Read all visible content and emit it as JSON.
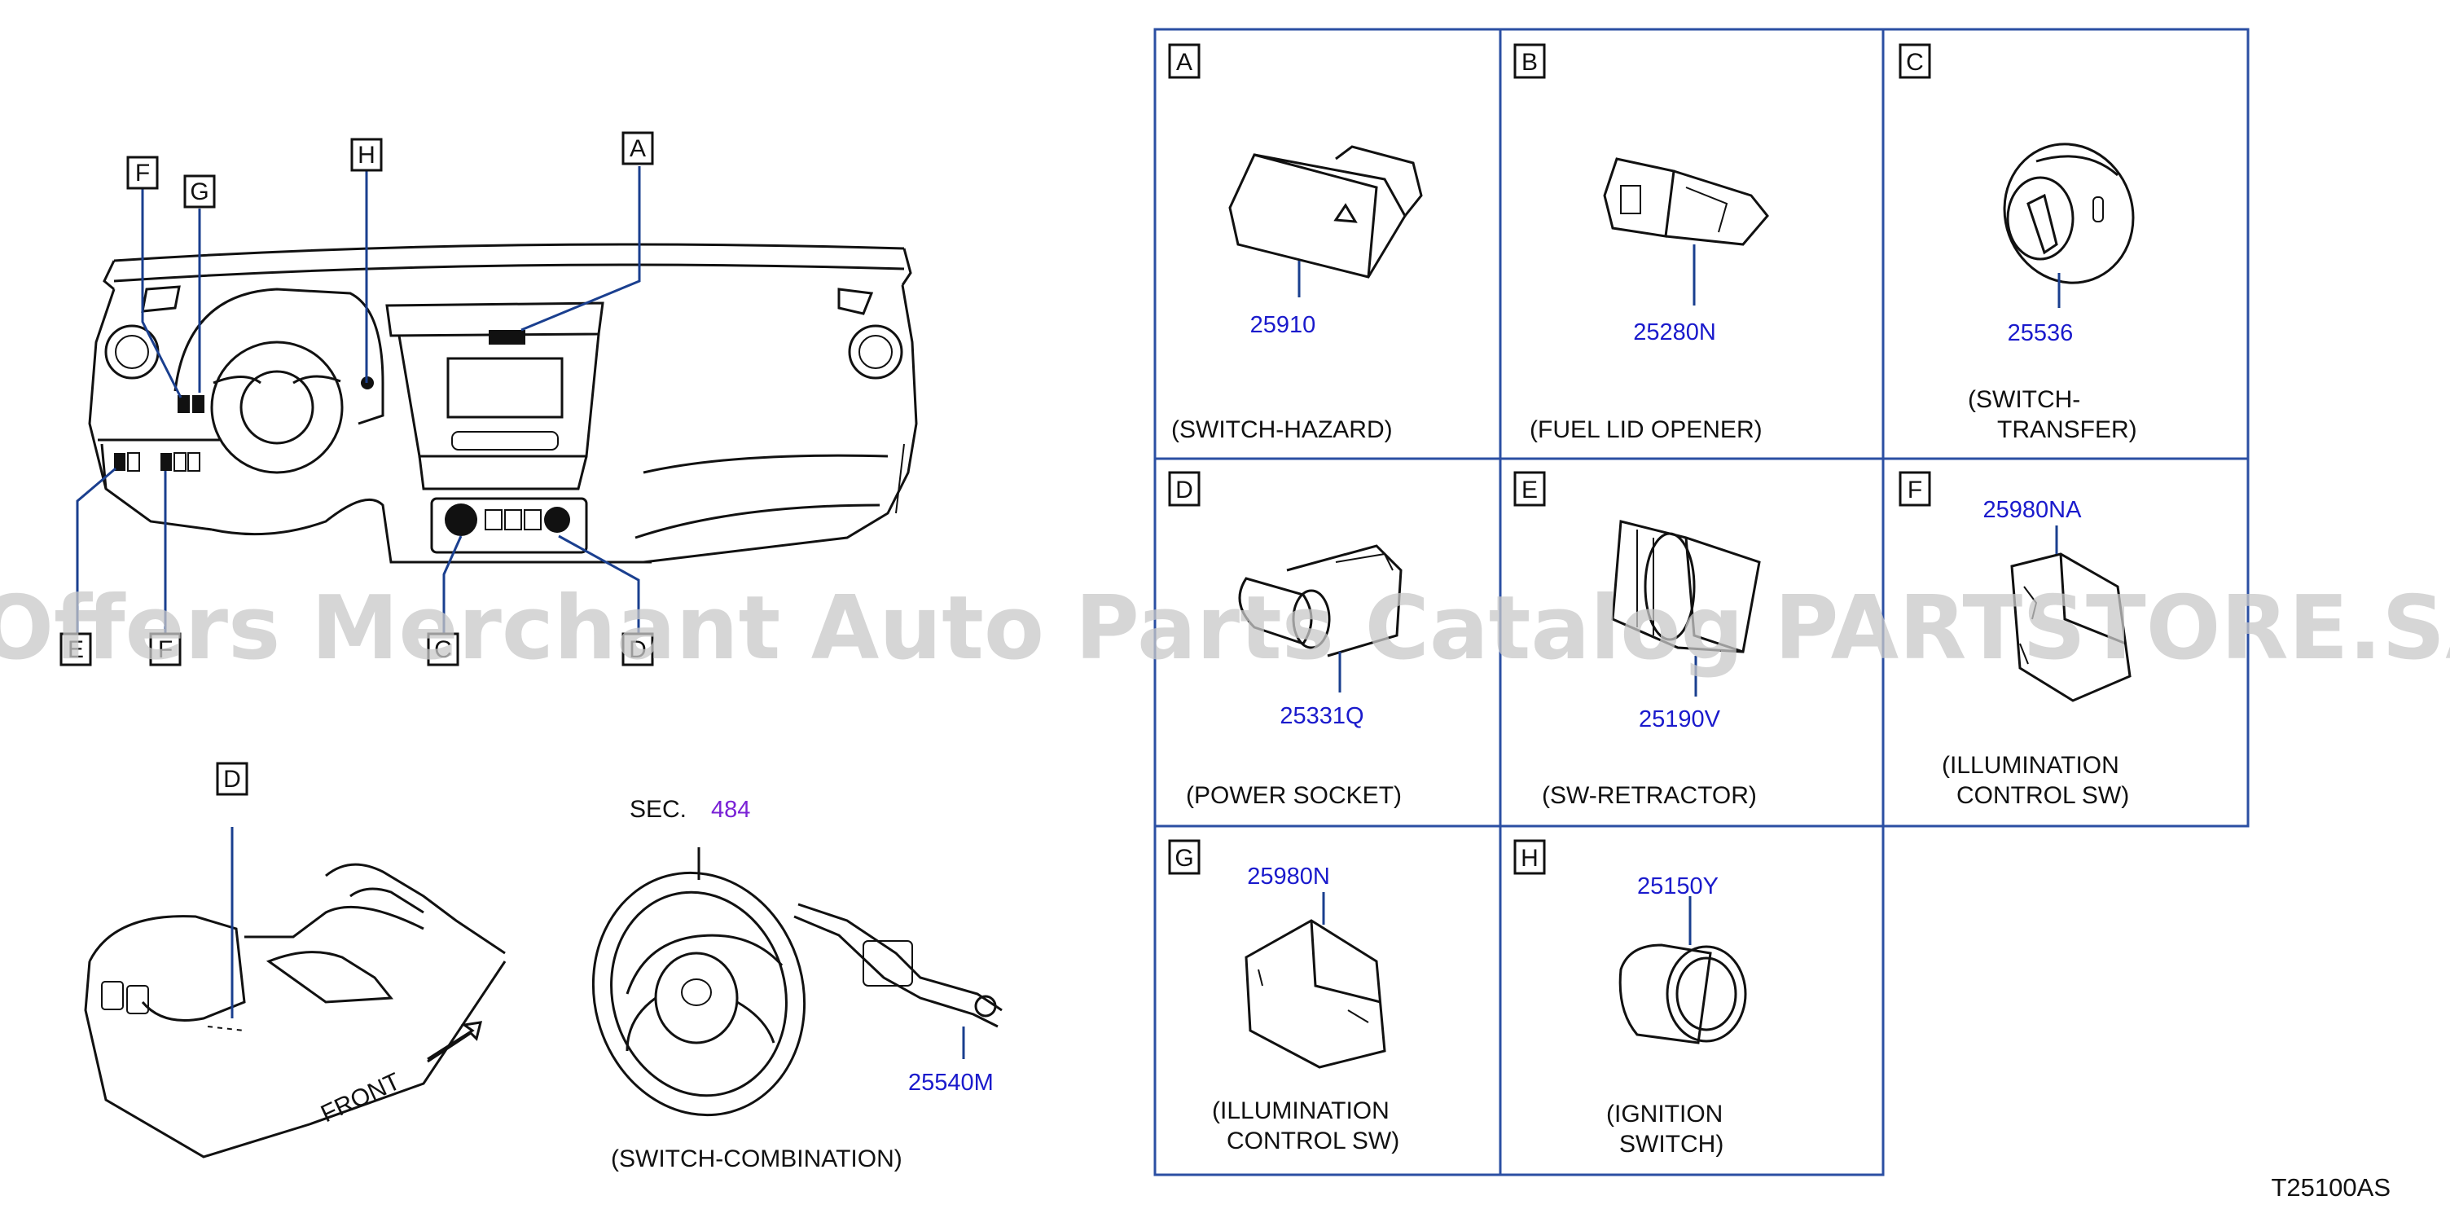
{
  "watermark": "Offers Merchant Auto Parts Catalog PARTSTORE.SA",
  "diagram_code": "T25100AS",
  "dashboard": {
    "callouts": [
      "A",
      "F",
      "G",
      "H",
      "E",
      "F",
      "C",
      "D"
    ]
  },
  "console": {
    "callout": "D",
    "front_label": "FRONT"
  },
  "steering": {
    "sec_label": "SEC.",
    "sec_number": "484",
    "part_number": "25540M",
    "caption": "(SWITCH-COMBINATION)"
  },
  "cells": [
    {
      "letter": "A",
      "part_number": "25910",
      "caption": [
        "(SWITCH-HAZARD)"
      ]
    },
    {
      "letter": "B",
      "part_number": "25280N",
      "caption": [
        "(FUEL   LID   OPENER)"
      ]
    },
    {
      "letter": "C",
      "part_number": "25536",
      "caption": [
        "(SWITCH-",
        "TRANSFER)"
      ]
    },
    {
      "letter": "D",
      "part_number": "25331Q",
      "caption": [
        "(POWER   SOCKET)"
      ]
    },
    {
      "letter": "E",
      "part_number": "25190V",
      "caption": [
        "(SW-RETRACTOR)"
      ]
    },
    {
      "letter": "F",
      "part_number": "25980NA",
      "caption": [
        "(ILLUMINATION",
        "CONTROL   SW)"
      ]
    },
    {
      "letter": "G",
      "part_number": "25980N",
      "caption": [
        "(ILLUMINATION",
        "CONTROL   SW)"
      ]
    },
    {
      "letter": "H",
      "part_number": "25150Y",
      "caption": [
        "(IGNITION",
        "SWITCH)"
      ]
    }
  ]
}
